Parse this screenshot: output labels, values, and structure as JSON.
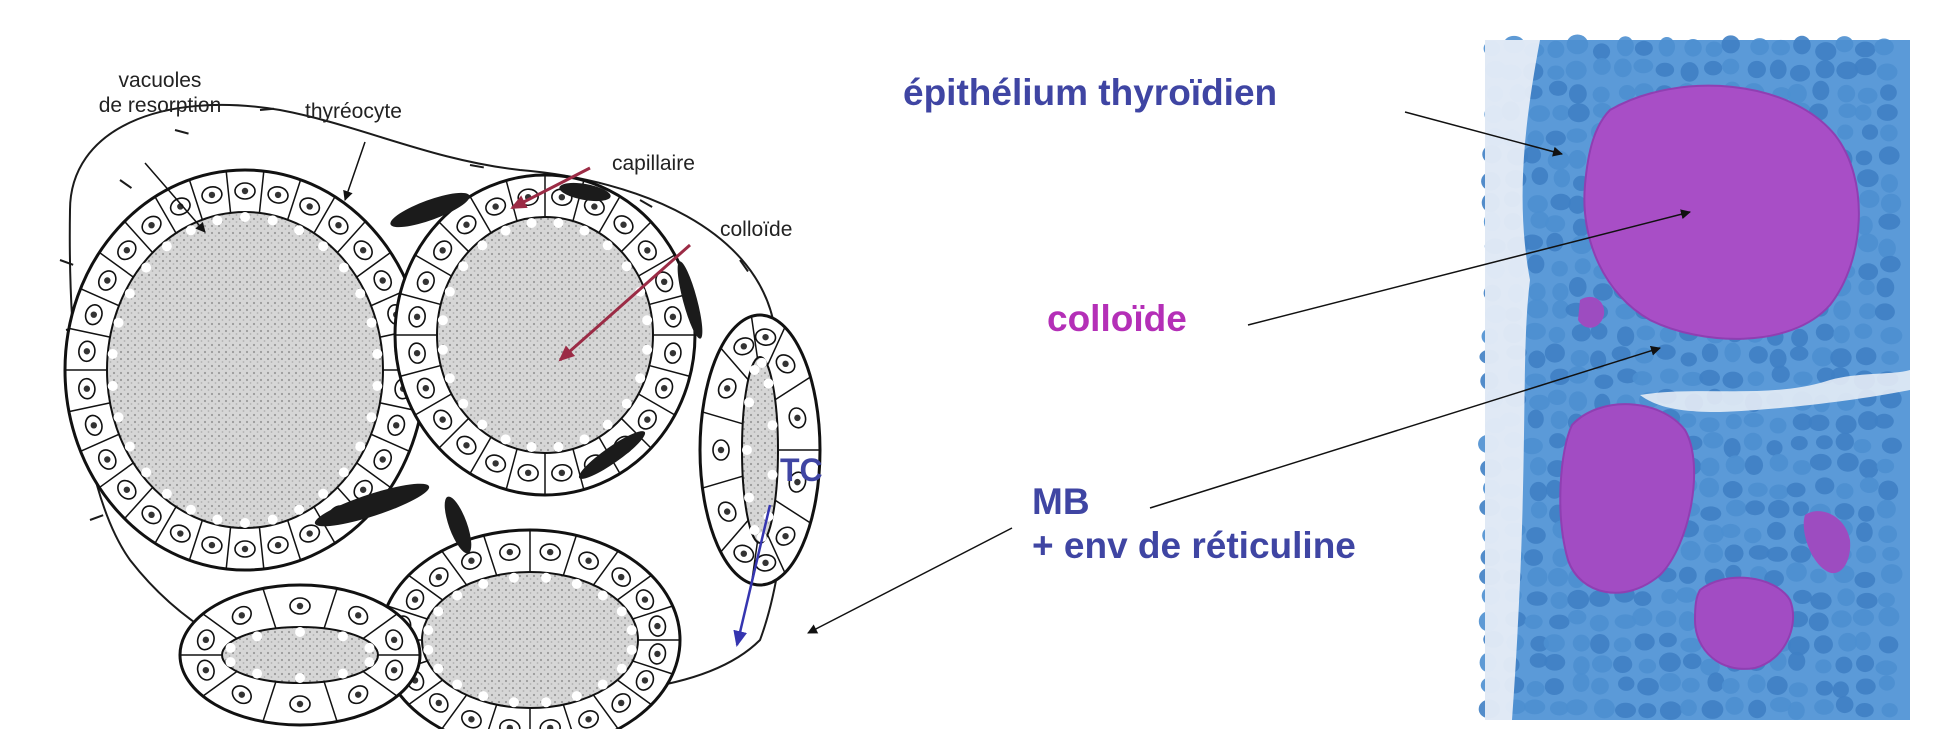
{
  "drawing": {
    "labels": {
      "vacuoles": [
        "vacuoles",
        "de resorption"
      ],
      "thyreocyte": "thyréocyte",
      "capillaire": "capillaire",
      "colloide": "colloïde",
      "tc": "TC"
    }
  },
  "micrograph": {
    "labels": {
      "epithelium": "épithélium thyroïdien",
      "colloide": "colloïde",
      "mb": [
        "MB",
        "+ env de réticuline"
      ]
    }
  },
  "colors": {
    "label_blue": "#3f45a3",
    "label_magenta": "#b42fb7",
    "colloid_magenta": "#a84ec6",
    "arrow_red": "#9b2b45",
    "arrow_blue": "#3535b0",
    "stain_blue": "#4f93d3"
  }
}
